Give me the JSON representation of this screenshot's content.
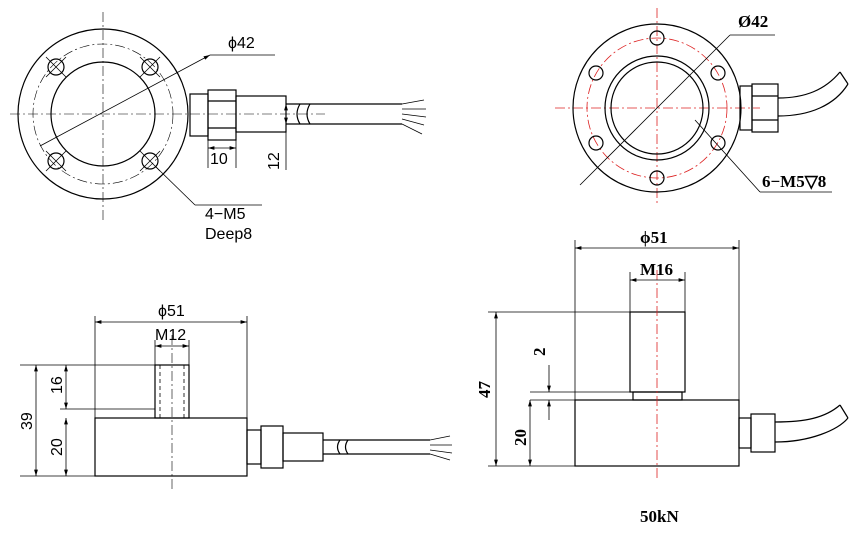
{
  "views": {
    "top_left_plan": {
      "dia": "ϕ42",
      "cable_len": "10",
      "cable_h": "12",
      "hole_line1": "4−M5",
      "hole_line2": "Deep8"
    },
    "top_right_plan": {
      "dia": "Ø42",
      "holes": "6−M5▽8"
    },
    "bottom_left_elev": {
      "outer_dia": "ϕ51",
      "thread": "M12",
      "height_total": "39",
      "height_upper": "16",
      "height_lower": "20"
    },
    "bottom_right_elev": {
      "outer_dia": "ϕ51",
      "thread": "M16",
      "height_total": "47",
      "gap": "2",
      "height_lower": "20"
    }
  },
  "caption": "50kN"
}
